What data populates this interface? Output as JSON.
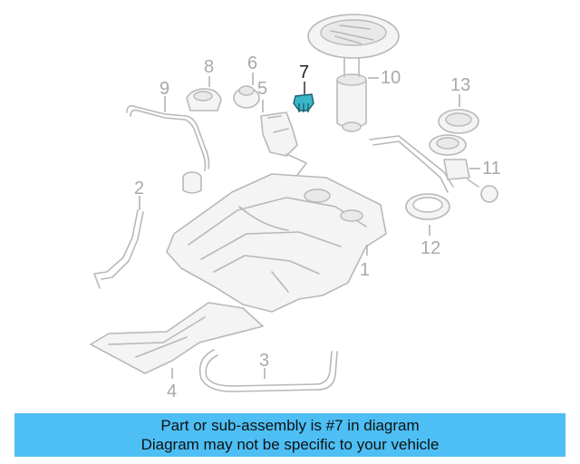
{
  "callouts": [
    {
      "id": "1",
      "label": "1"
    },
    {
      "id": "2",
      "label": "2"
    },
    {
      "id": "3",
      "label": "3"
    },
    {
      "id": "4",
      "label": "4"
    },
    {
      "id": "5",
      "label": "5"
    },
    {
      "id": "6",
      "label": "6"
    },
    {
      "id": "7",
      "label": "7",
      "highlighted": true
    },
    {
      "id": "8",
      "label": "8"
    },
    {
      "id": "9",
      "label": "9"
    },
    {
      "id": "10",
      "label": "10"
    },
    {
      "id": "11",
      "label": "11"
    },
    {
      "id": "12",
      "label": "12"
    },
    {
      "id": "13",
      "label": "13"
    }
  ],
  "caption": {
    "line1": "Part or sub-assembly is #7 in diagram",
    "line2": "Diagram may not be specific to your vehicle"
  },
  "colors": {
    "caption_background": "#4dbff5",
    "highlight_part": "#3ab6c9",
    "line_art": "#b8b8b8"
  }
}
